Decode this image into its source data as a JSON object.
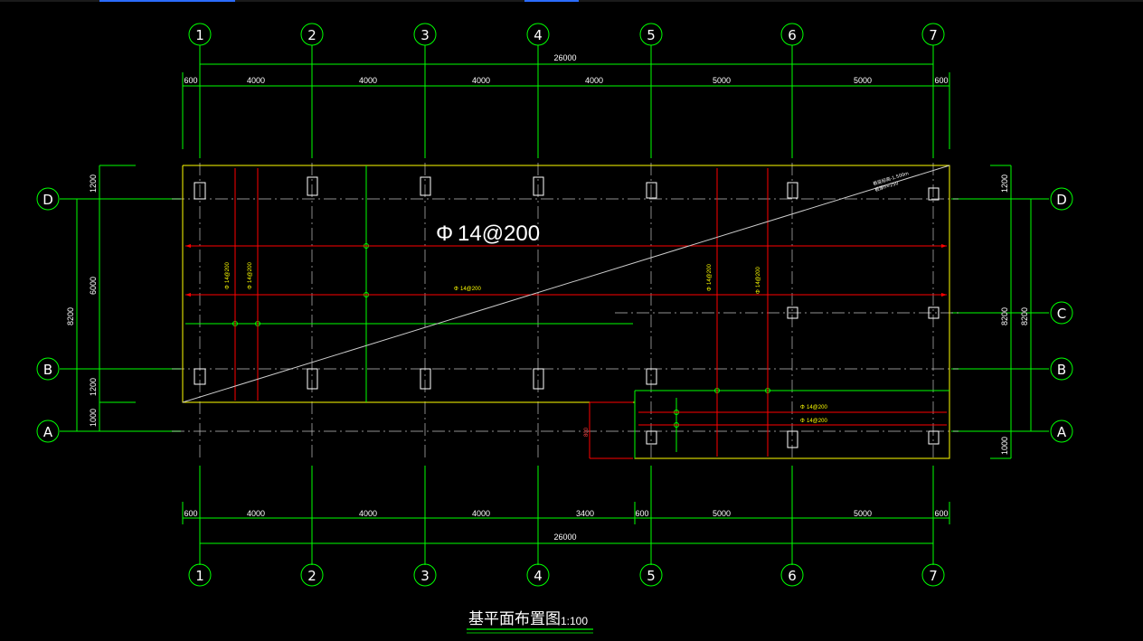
{
  "colors": {
    "background": "#000000",
    "axis_green": "#00ff00",
    "outline_yellow": "#ffff00",
    "rebar_red": "#ff0000",
    "grid_white": "#ffffff"
  },
  "grid_x_labels": [
    "1",
    "2",
    "3",
    "4",
    "5",
    "6",
    "7"
  ],
  "grid_y_labels_left": [
    "D",
    "B",
    "A"
  ],
  "grid_y_labels_right": [
    "D",
    "C",
    "B",
    "A"
  ],
  "dims": {
    "top_total": "26000",
    "bottom_total": "26000",
    "top_segments": [
      "600",
      "4000",
      "4000",
      "4000",
      "4000",
      "5000",
      "5000",
      "600"
    ],
    "bottom_segments": [
      "600",
      "4000",
      "4000",
      "4000",
      "3400",
      "600",
      "5000",
      "5000",
      "600"
    ],
    "left_segments": [
      "1200",
      "6000",
      "1200",
      "1000"
    ],
    "left_total": "8200",
    "right_segments": [
      "1200",
      "1000"
    ],
    "right_inner_total": "8200",
    "right_outer_total": "8200",
    "step_dim": "800"
  },
  "rebar": {
    "main_label": "14@200",
    "small_label": "14@200",
    "steel_symbol": "Φ"
  },
  "diagonal_note": {
    "line1": "板底标高-1.500m",
    "line2": "板厚h=250"
  },
  "title": {
    "text": "基平面布置图",
    "scale": "1:100"
  }
}
